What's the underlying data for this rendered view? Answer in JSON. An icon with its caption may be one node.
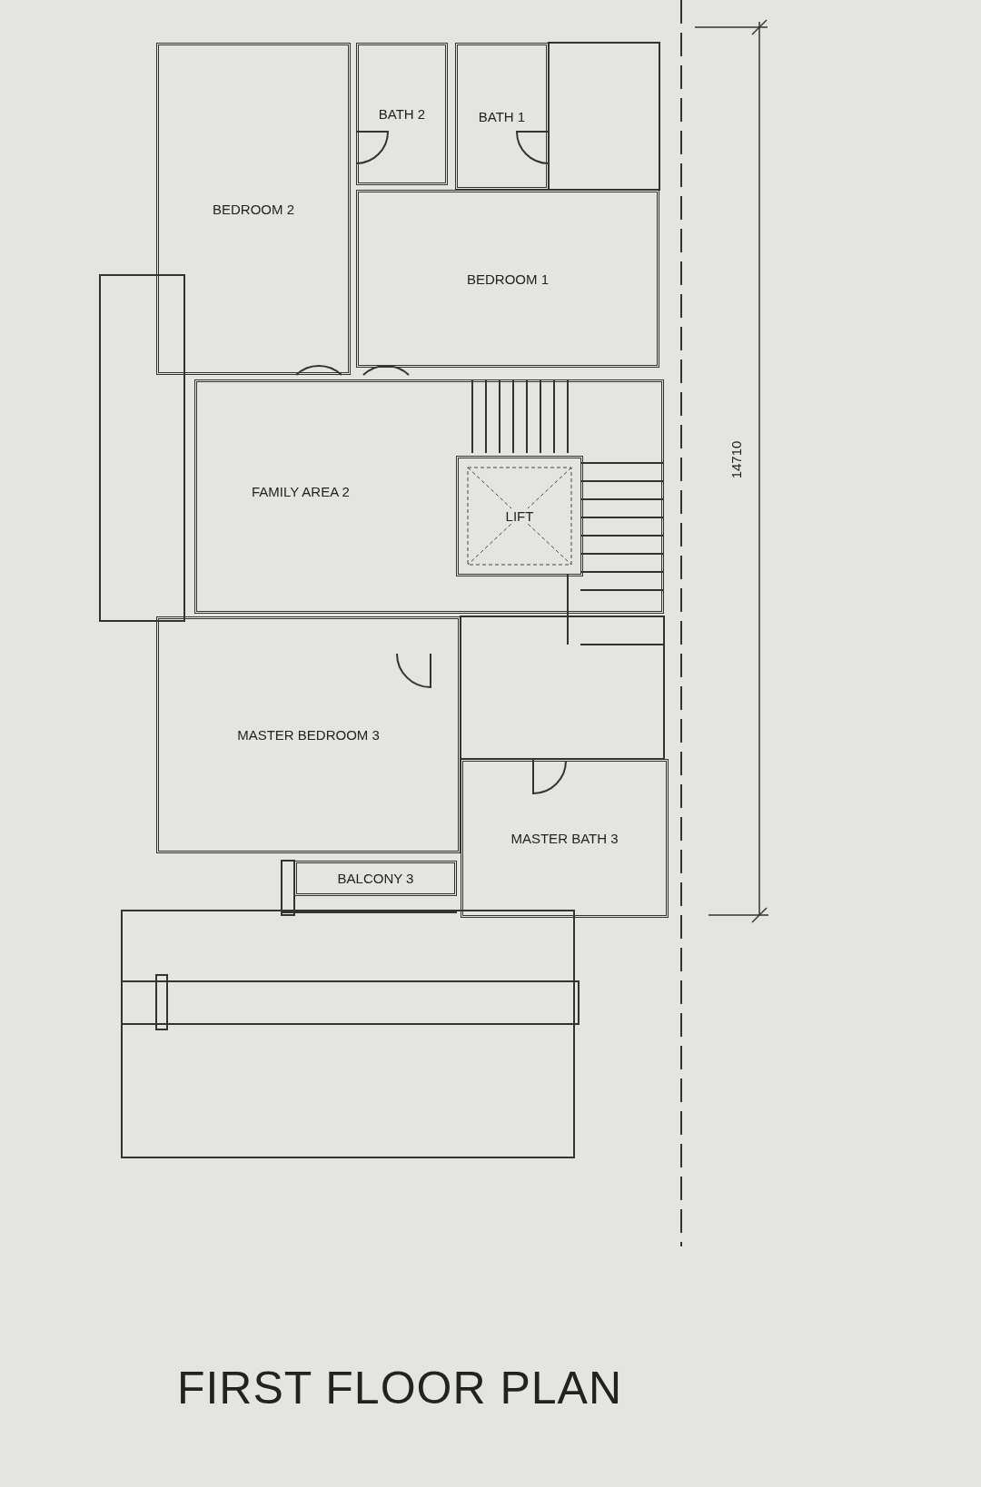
{
  "diagram": {
    "title": "FIRST FLOOR PLAN",
    "nodes": [
      {
        "text": [
          "BEDROOM 2"
        ]
      },
      {
        "text": [
          "BATH 2"
        ]
      },
      {
        "text": [
          "BATH 1"
        ]
      },
      {
        "text": [
          "BEDROOM 1"
        ]
      },
      {
        "text": [
          "FAMILY AREA 2"
        ]
      },
      {
        "text": [
          "LIFT"
        ],
        "in": 4
      },
      {
        "text": [
          "MASTER BEDROOM 3"
        ]
      },
      {
        "text": [
          "MASTER BATH 3"
        ]
      },
      {
        "text": [
          "BALCONY 3"
        ]
      }
    ],
    "edges": [],
    "labels": [
      "14710"
    ]
  }
}
